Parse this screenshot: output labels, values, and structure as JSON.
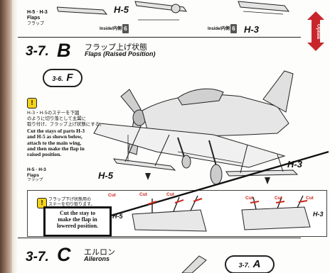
{
  "top": {
    "left_parts": "H-5 · H-3",
    "left_label_en": "Flaps",
    "left_label_jp": "フラップ",
    "center_part": "H-5",
    "inside_label_1": "Inside/内側",
    "paint_no_1": "6",
    "inside_label_2": "Inside/内側",
    "paint_no_2": "6",
    "right_part": "H-3"
  },
  "option_tab": {
    "label": "Option"
  },
  "step_b": {
    "number": "3-7.",
    "letter": "B",
    "title_jp": "フラップ上げ状態",
    "title_en": "Flaps (Raised Position)",
    "ref_number": "3-6.",
    "ref_letter": "F",
    "note_icon": "!",
    "note_jp": [
      "H-3・H-5のステーを下図",
      "のように切り落として主翼に",
      "取り付け、フラップ上げ状態にする。"
    ],
    "note_en": [
      "Cut the stays of parts H-3",
      "and H-5 as shown below,",
      "attach to the main wing,",
      "and then make the flap in",
      "raised position."
    ],
    "parts_ref": "H-5 · H-3",
    "parts_ref_en": "Flaps",
    "parts_ref_jp": "フラップ",
    "label_h5": "H-5",
    "label_h3": "H-3"
  },
  "cut_detail": {
    "note_icon": "!",
    "note_jp": [
      "フラップ下げ状態用の",
      "ステーを切り取ります。"
    ],
    "callout_lines": [
      "Cut the stay to",
      "make the flap in",
      "lowered position."
    ],
    "cut_label": "Cut",
    "left_part": "H-5",
    "right_part": "H-3"
  },
  "step_c": {
    "number": "3-7.",
    "letter": "C",
    "title_jp": "エルロン",
    "title_en": "Ailerons",
    "ref_number": "3-7.",
    "ref_letter": "A"
  }
}
